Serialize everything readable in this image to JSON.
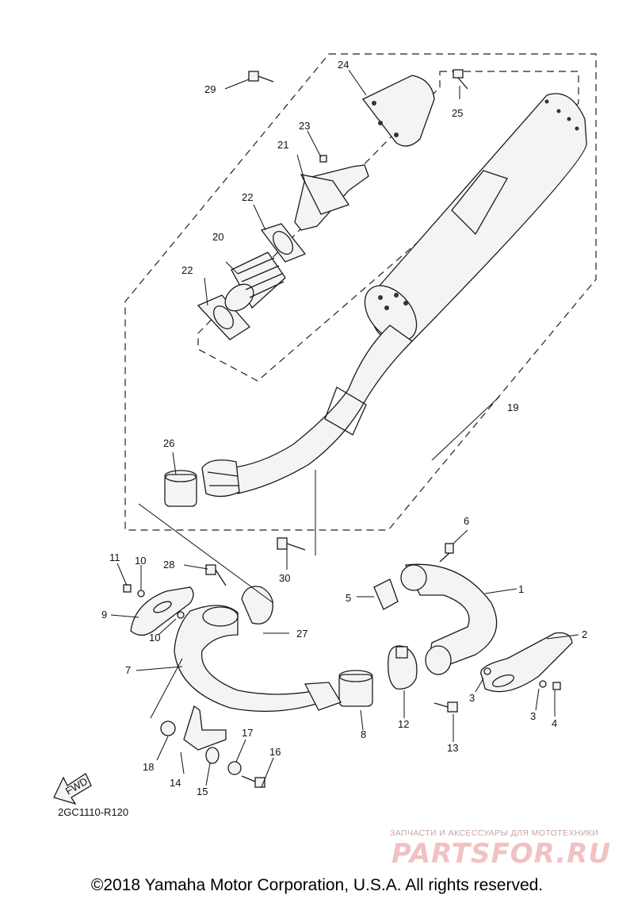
{
  "callouts": {
    "c1": "1",
    "c2": "2",
    "c3a": "3",
    "c3b": "3",
    "c4": "4",
    "c5": "5",
    "c6": "6",
    "c7": "7",
    "c8": "8",
    "c9": "9",
    "c10a": "10",
    "c10b": "10",
    "c11": "11",
    "c12": "12",
    "c13": "13",
    "c14": "14",
    "c15": "15",
    "c16": "16",
    "c17": "17",
    "c18": "18",
    "c19": "19",
    "c20": "20",
    "c21": "21",
    "c22a": "22",
    "c22b": "22",
    "c23": "23",
    "c24": "24",
    "c25": "25",
    "c26": "26",
    "c27": "27",
    "c28": "28",
    "c29": "29",
    "c30": "30"
  },
  "fwd_label": "FWD",
  "diagram_code": "2GC1110-R120",
  "watermark": {
    "subtitle": "ЗАПЧАСТИ И АКСЕССУАРЫ ДЛЯ МОТОТЕХНИКИ",
    "brand": "PARTSFOR.RU"
  },
  "copyright": "©2018 Yamaha Motor Corporation, U.S.A. All rights reserved."
}
